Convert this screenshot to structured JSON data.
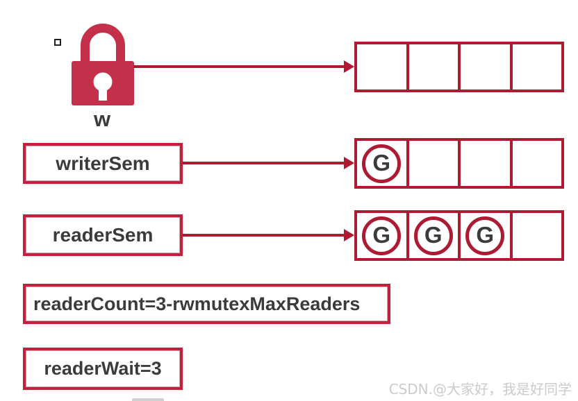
{
  "page": {
    "background": "#ffffff"
  },
  "palette": {
    "crimson": "#AE1A32",
    "lock_red": "#C43049",
    "box_border_red": "#C2203C",
    "dark_text": "#3B3B3B",
    "watermark_gray": "#CBCBCB"
  },
  "lock": {
    "icon": "padlock-icon",
    "label": "w"
  },
  "semaphore_rows": [
    {
      "name": "mutex-slots",
      "label": "",
      "cells": [
        "",
        "",
        "",
        ""
      ]
    },
    {
      "name": "writerSem",
      "label": "writerSem",
      "cells": [
        "G",
        "",
        "",
        ""
      ]
    },
    {
      "name": "readerSem",
      "label": "readerSem",
      "cells": [
        "G",
        "G",
        "G",
        ""
      ]
    }
  ],
  "state_fields": [
    {
      "name": "readerCount",
      "label": "readerCount=3-rwmutexMaxReaders"
    },
    {
      "name": "readerWait",
      "label": "readerWait=3"
    }
  ],
  "watermark": "CSDN.@大家好，我是好同学"
}
